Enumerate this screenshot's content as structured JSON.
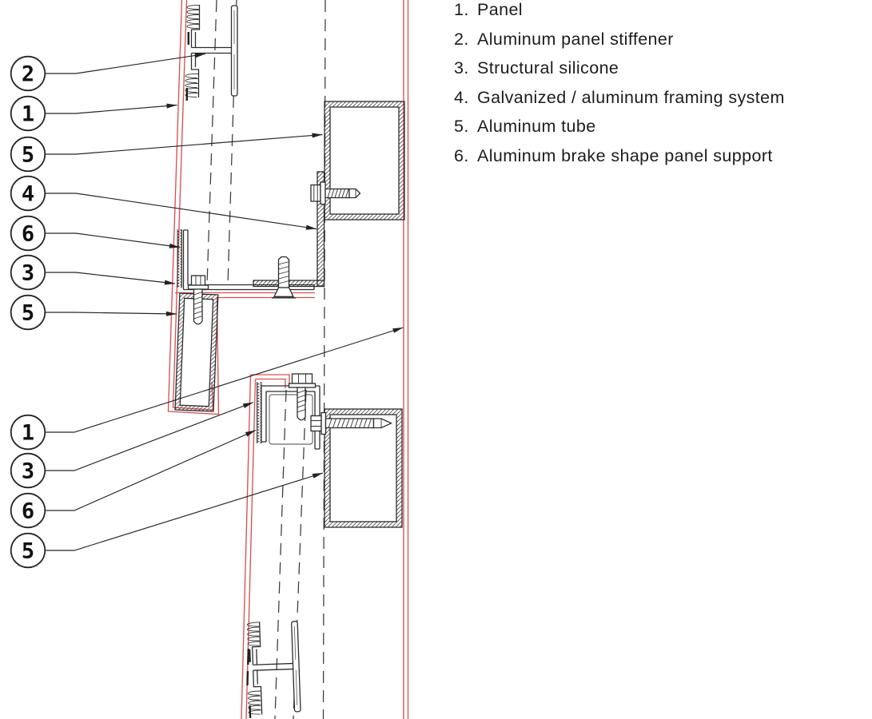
{
  "legend": {
    "items": [
      {
        "num": "1.",
        "label": "Panel"
      },
      {
        "num": "2.",
        "label": "Aluminum panel stiffener"
      },
      {
        "num": "3.",
        "label": "Structural silicone"
      },
      {
        "num": "4.",
        "label": "Galvanized / aluminum framing system"
      },
      {
        "num": "5.",
        "label": "Aluminum tube"
      },
      {
        "num": "6.",
        "label": "Aluminum brake shape panel support"
      }
    ]
  },
  "callouts": [
    {
      "num": "2"
    },
    {
      "num": "1"
    },
    {
      "num": "5"
    },
    {
      "num": "4"
    },
    {
      "num": "6"
    },
    {
      "num": "3"
    },
    {
      "num": "5"
    },
    {
      "num": "1"
    },
    {
      "num": "3"
    },
    {
      "num": "6"
    },
    {
      "num": "5"
    }
  ],
  "colors": {
    "panel_red": "#d95053",
    "line": "#2d2d2d",
    "text": "#1c1c1c"
  }
}
